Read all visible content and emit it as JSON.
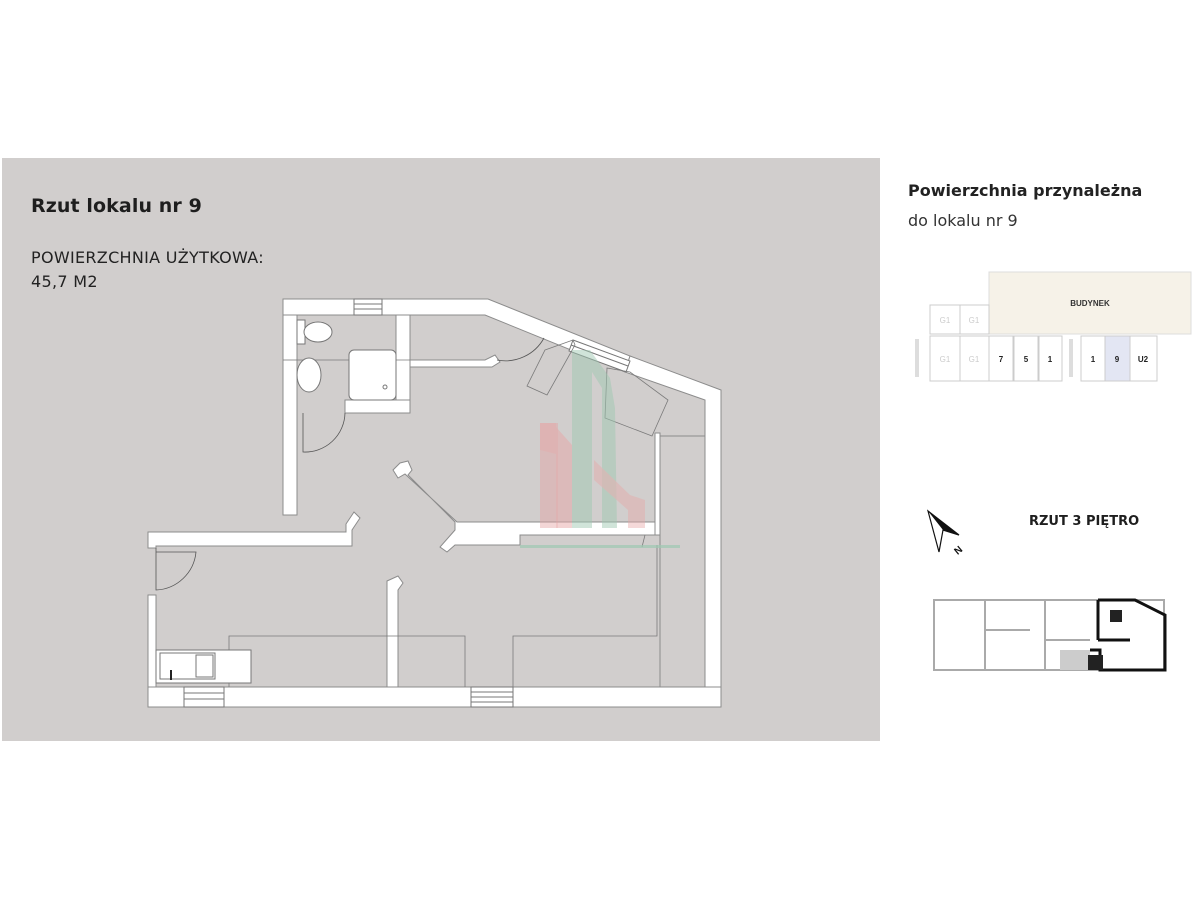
{
  "plan_panel": {
    "title": "Rzut lokalu nr 9",
    "area_label": "POWIERZCHNIA UŻYTKOWA:",
    "area_value": "45,7 M2",
    "background_color": "#d1cecd",
    "wall_color": "#ffffff",
    "watermark_colors": {
      "red": "#e7a7a7",
      "green": "#9fc9b2"
    }
  },
  "side_panel": {
    "title": "Powierzchnia przynależna",
    "subtitle": "do lokalu nr 9",
    "site_plan": {
      "building_label": "BUDYNEK",
      "building_color": "#f6f2e8",
      "top_row": [
        "G1",
        "G1"
      ],
      "bottom_row": [
        "G1",
        "G1",
        "7",
        "5",
        "1",
        "1",
        "9",
        "U2"
      ],
      "highlighted": "9",
      "highlight_color": "#e3e6f3"
    },
    "compass": {
      "icon": "north-arrow-icon",
      "label": "N"
    },
    "floor_label": "RZUT 3 PIĘTRO"
  }
}
